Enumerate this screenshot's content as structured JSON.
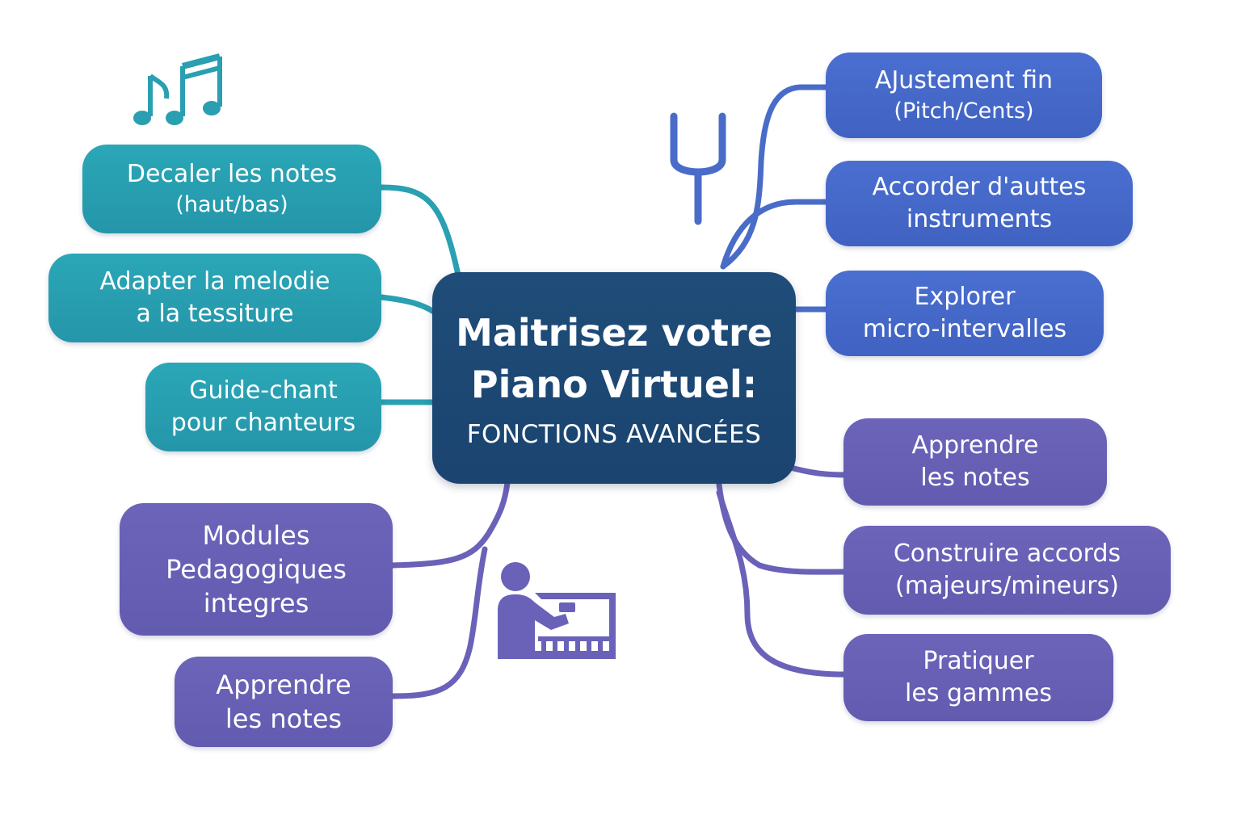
{
  "center": {
    "title_line1": "Maitrisez votre",
    "title_line2": "Piano Virtuel:",
    "subtitle": "FONCTIONS AVANCÉES"
  },
  "left_branches": [
    {
      "line1": "Decaler les notes",
      "line2": "(haut/bas)"
    },
    {
      "line1": "Adapter la melodie",
      "line2": "a la tessiture"
    },
    {
      "line1": "Guide-chant",
      "line2": "pour chanteurs"
    }
  ],
  "left_pedagogy": [
    {
      "line1": "Modules",
      "line2": "Pedagogiques",
      "line3": "integres"
    },
    {
      "line1": "Apprendre",
      "line2": "les notes"
    }
  ],
  "right_tuning": [
    {
      "line1": "AJustement fin",
      "line2": "(Pitch/Cents)"
    },
    {
      "line1": "Accorder d'auttes",
      "line2": "instruments"
    },
    {
      "line1": "Explorer",
      "line2": "micro-intervalles"
    }
  ],
  "right_learning": [
    {
      "line1": "Apprendre",
      "line2": "les notes"
    },
    {
      "line1": "Construire accords",
      "line2": "(majeurs/mineurs)"
    },
    {
      "line1": "Pratiquer",
      "line2": "les gammes"
    }
  ],
  "icons": {
    "music": "music-notes-icon",
    "tuning": "tuning-fork-icon",
    "teacher": "piano-teacher-icon"
  },
  "colors": {
    "teal": "#2a9fb1",
    "blue": "#4669c9",
    "violet": "#6760b4",
    "center": "#1d4873",
    "teal_line": "#2a9fb1",
    "blue_line": "#4a6cc9",
    "violet_line": "#6a62b8"
  }
}
